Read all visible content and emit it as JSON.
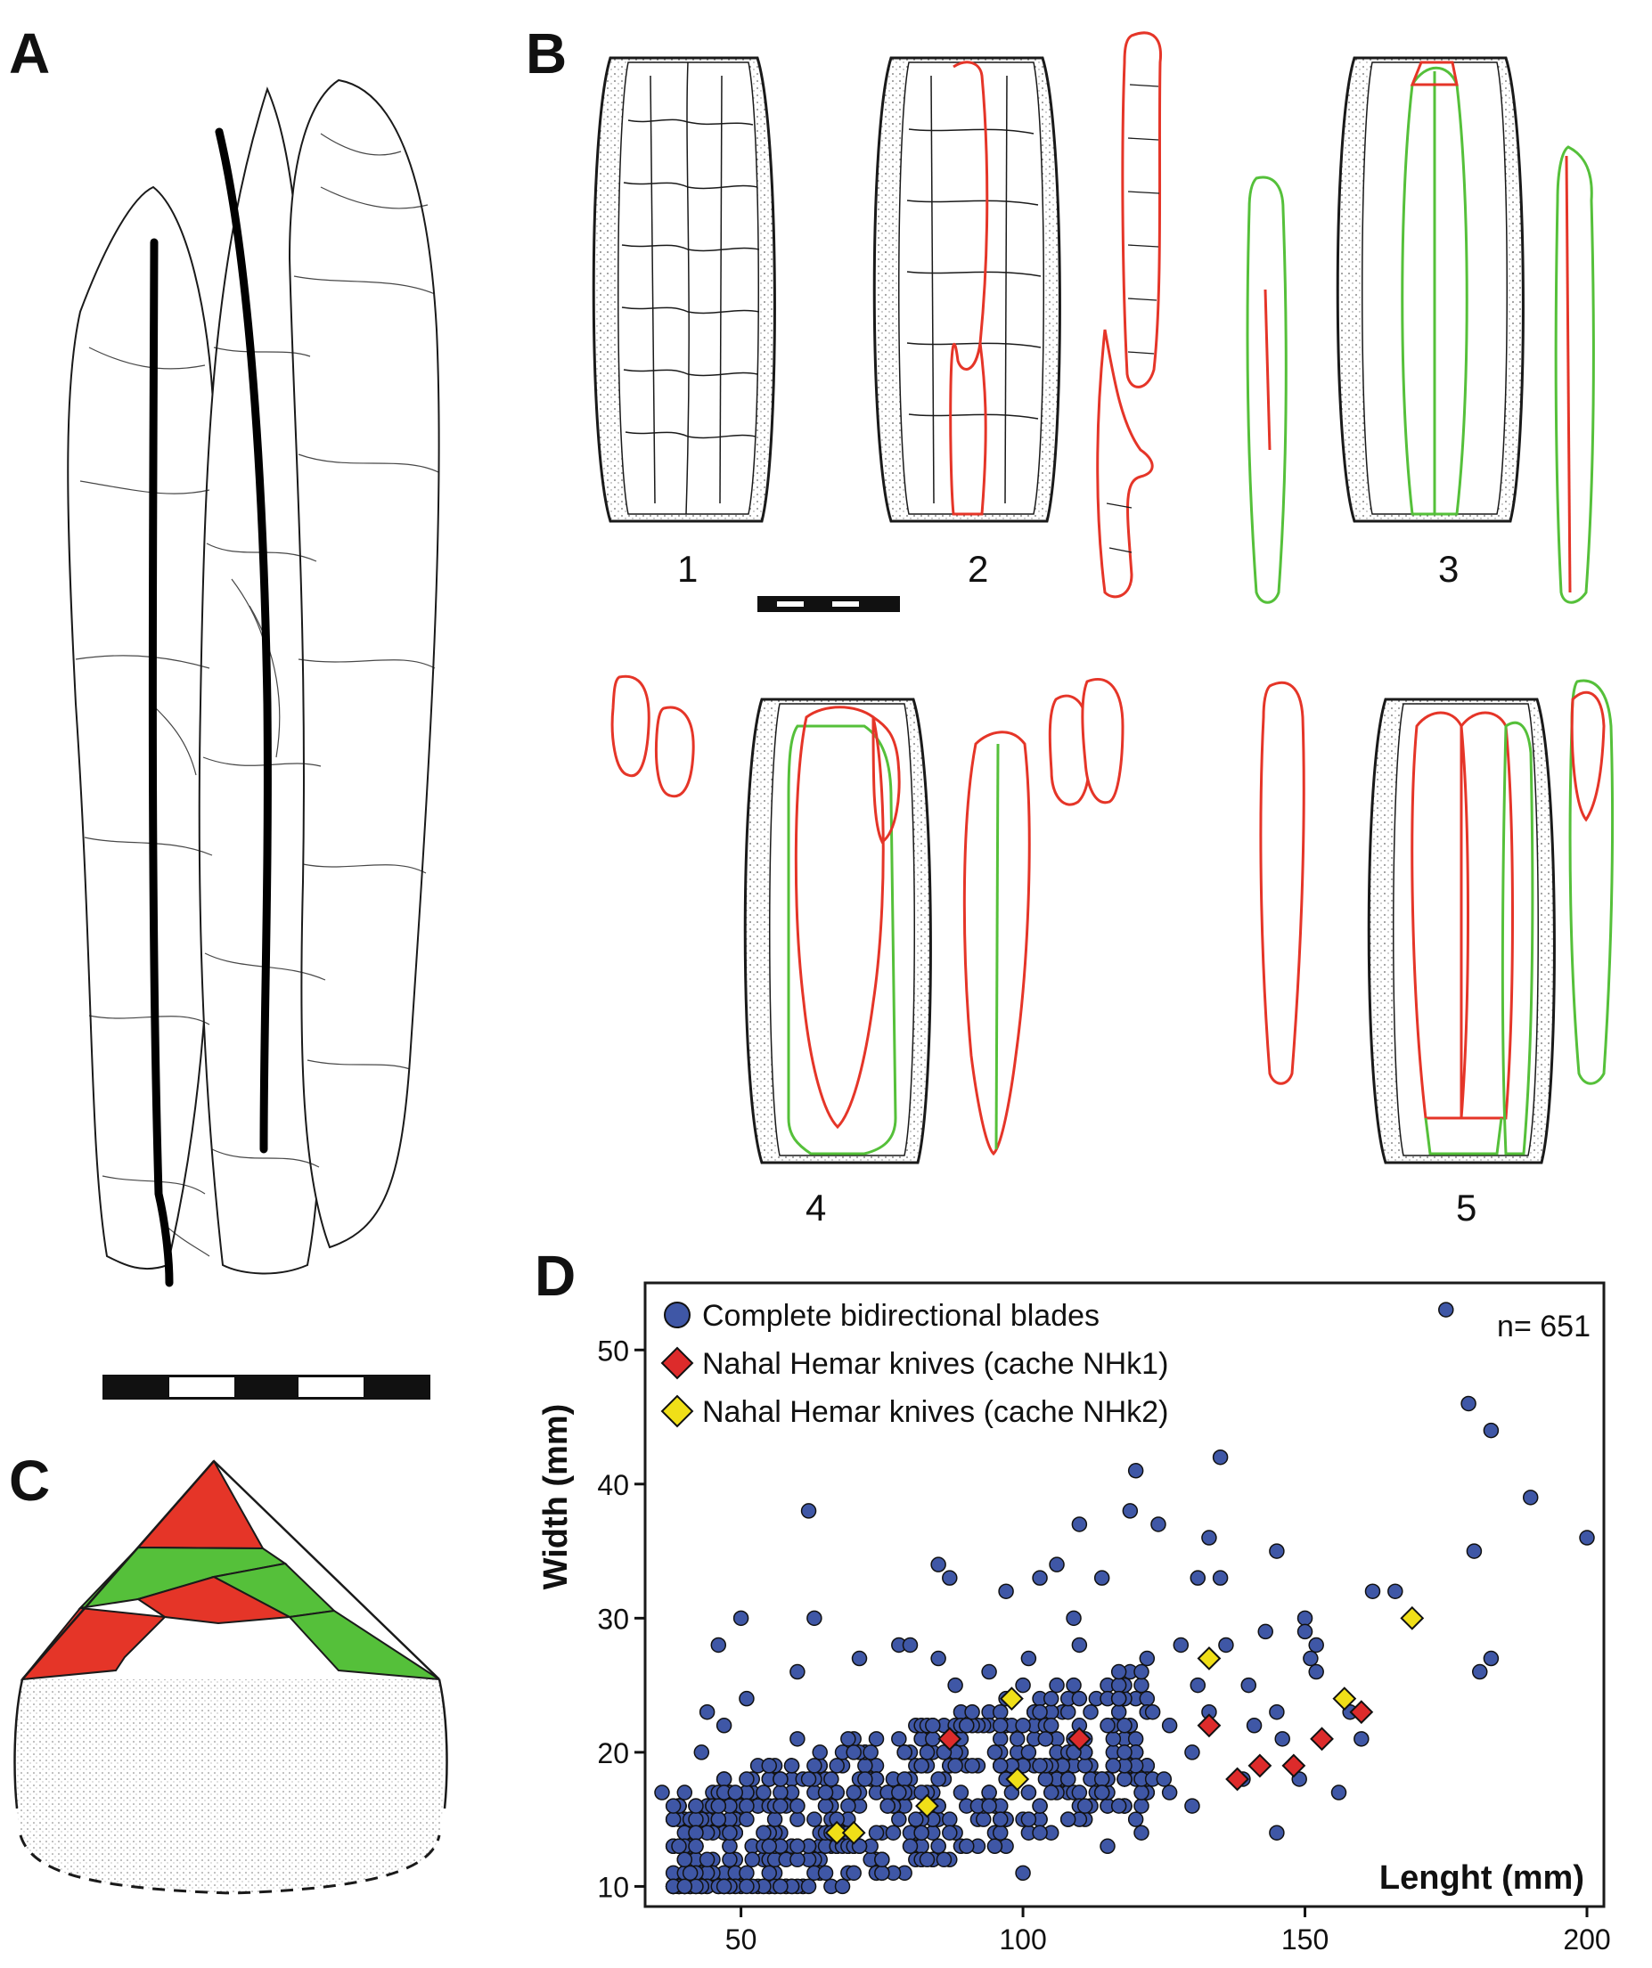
{
  "panels": {
    "a": {
      "label": "A"
    },
    "b": {
      "label": "B",
      "figures": [
        "1",
        "2",
        "3",
        "4",
        "5"
      ]
    },
    "c": {
      "label": "C"
    },
    "d": {
      "label": "D"
    }
  },
  "colors": {
    "red": "#e53528",
    "green": "#55c03a",
    "outline": "#1a1a1a",
    "point_blue": "#3f57a6",
    "point_red": "#dd2b2b",
    "point_yellow": "#f0df18"
  },
  "chart_data": {
    "type": "scatter",
    "xlabel": "Lenght (mm)",
    "ylabel": "Width (mm)",
    "xlim": [
      33,
      203
    ],
    "ylim": [
      8.5,
      55
    ],
    "xticks": [
      50,
      100,
      150,
      200
    ],
    "yticks": [
      10,
      20,
      30,
      40,
      50
    ],
    "annotation": "n= 651",
    "legend_position": "top-left",
    "series": [
      {
        "name": "Complete bidirectional blades",
        "marker": "circle",
        "color": "#3f57a6",
        "points": [
          [
            175,
            53
          ],
          [
            179,
            46
          ],
          [
            183,
            44
          ],
          [
            190,
            39
          ],
          [
            200,
            36
          ],
          [
            180,
            35
          ],
          [
            181,
            26
          ],
          [
            183,
            27
          ],
          [
            120,
            41
          ],
          [
            135,
            42
          ],
          [
            145,
            35
          ],
          [
            162,
            32
          ],
          [
            166,
            32
          ],
          [
            133,
            36
          ],
          [
            135,
            33
          ],
          [
            150,
            30
          ],
          [
            151,
            27
          ],
          [
            152,
            28
          ],
          [
            150,
            29
          ],
          [
            143,
            29
          ],
          [
            136,
            28
          ],
          [
            119,
            38
          ],
          [
            124,
            37
          ],
          [
            110,
            37
          ],
          [
            103,
            33
          ],
          [
            97,
            32
          ],
          [
            85,
            34
          ],
          [
            87,
            33
          ],
          [
            62,
            38
          ],
          [
            50,
            30
          ],
          [
            63,
            30
          ],
          [
            46,
            28
          ],
          [
            60,
            26
          ],
          [
            78,
            28
          ],
          [
            80,
            28
          ],
          [
            71,
            27
          ],
          [
            85,
            27
          ],
          [
            88,
            25
          ],
          [
            100,
            25
          ],
          [
            109,
            30
          ],
          [
            114,
            33
          ],
          [
            131,
            33
          ],
          [
            128,
            28
          ],
          [
            121,
            26
          ],
          [
            118,
            22
          ],
          [
            126,
            22
          ],
          [
            130,
            20
          ],
          [
            133,
            23
          ],
          [
            141,
            22
          ],
          [
            146,
            21
          ],
          [
            145,
            23
          ],
          [
            152,
            26
          ],
          [
            158,
            23
          ],
          [
            160,
            21
          ],
          [
            140,
            25
          ],
          [
            126,
            17
          ],
          [
            130,
            16
          ],
          [
            121,
            14
          ],
          [
            114,
            17
          ],
          [
            115,
            13
          ],
          [
            108,
            15
          ],
          [
            120,
            15
          ],
          [
            100,
            11
          ],
          [
            95,
            13
          ],
          [
            40,
            12
          ],
          [
            40,
            10
          ],
          [
            36,
            17
          ],
          [
            43,
            20
          ],
          [
            44,
            23
          ],
          [
            51,
            24
          ],
          [
            47,
            22
          ],
          [
            64,
            20
          ],
          [
            60,
            21
          ],
          [
            90,
            22
          ],
          [
            94,
            26
          ],
          [
            105,
            24
          ],
          [
            110,
            28
          ],
          [
            101,
            27
          ],
          [
            106,
            34
          ],
          [
            131,
            25
          ],
          [
            139,
            18
          ],
          [
            145,
            14
          ],
          [
            149,
            18
          ],
          [
            156,
            17
          ],
          [
            109,
            20
          ],
          [
            103,
            19
          ],
          [
            111,
            16
          ],
          [
            116,
            19
          ],
          [
            125,
            18
          ]
        ]
      },
      {
        "name": "Nahal Hemar knives (cache NHk1)",
        "marker": "diamond",
        "color": "#dd2b2b",
        "points": [
          [
            87,
            21
          ],
          [
            110,
            21
          ],
          [
            133,
            22
          ],
          [
            138,
            18
          ],
          [
            142,
            19
          ],
          [
            148,
            19
          ],
          [
            153,
            21
          ],
          [
            160,
            23
          ]
        ]
      },
      {
        "name": "Nahal Hemar knives (cache NHk2)",
        "marker": "diamond",
        "color": "#f0df18",
        "points": [
          [
            67,
            14
          ],
          [
            70,
            14
          ],
          [
            83,
            16
          ],
          [
            98,
            24
          ],
          [
            99,
            18
          ],
          [
            133,
            27
          ],
          [
            157,
            24
          ],
          [
            169,
            30
          ]
        ]
      }
    ]
  }
}
